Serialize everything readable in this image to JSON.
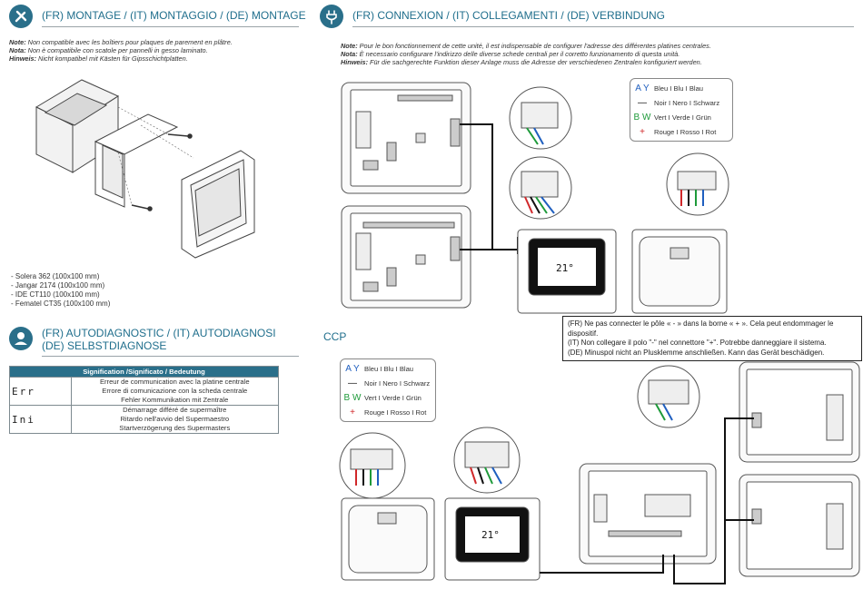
{
  "montage": {
    "title": "(FR) MONTAGE / (IT) MONTAGGIO / (DE) MONTAGE",
    "notes": [
      {
        "label": "Note:",
        "text": " Non compatible avec les boîtiers pour plaques de parement en plâtre."
      },
      {
        "label": "Nota:",
        "text": " Non è compatibile con scatole per pannelli in gesso laminato."
      },
      {
        "label": "Hinweis:",
        "text": " Nicht kompatibel mit Kästen für Gipsschichtplatten."
      }
    ],
    "models": [
      "- Solera 362 (100x100 mm)",
      "- Jangar 2174 (100x100 mm)",
      "- IDE CT110 (100x100 mm)",
      "- Fematel CT35 (100x100 mm)"
    ]
  },
  "autodiag": {
    "title_line1": "(FR) AUTODIAGNOSTIC / (IT) AUTODIAGNOSI",
    "title_line2": "(DE) SELBSTDIAGNOSE",
    "table_header": "Signification /Significato / Bedeutung",
    "rows": [
      {
        "code": "Err",
        "lines": [
          "Erreur de communication avec la platine centrale",
          "Errore di comunicazione con la scheda centrale",
          "Fehler Kommunikation mit Zentrale"
        ]
      },
      {
        "code": "Ini",
        "lines": [
          "Démarrage différé de supermaître",
          "Ritardo nell'avvio del Supermaestro",
          "Startverzögerung des Supermasters"
        ]
      }
    ]
  },
  "connexion": {
    "title": "(FR) CONNEXION / (IT) COLLEGAMENTI / (DE) VERBINDUNG",
    "notes": [
      {
        "label": "Note:",
        "text": " Pour le bon fonctionnement de cette unité, il est indispensable de configurer l'adresse des différentes platines centrales."
      },
      {
        "label": "Nota:",
        "text": " È necessario configurare l'indirizzo delle diverse schede centrali per il corretto funzionamento di questa unità."
      },
      {
        "label": "Hinweis:",
        "text": " Für die sachgerechte Funktion dieser Anlage muss die Adresse der verschiedenen Zentralen konfiguriert werden."
      }
    ],
    "warning": [
      "(FR) Ne pas connecter le pôle « - » dans la borne « + ». Cela peut endommager le dispositif.",
      "(IT) Non collegare il polo \"-\" nel connettore \"+\". Potrebbe danneggiare il sistema.",
      "(DE) Minuspol nicht an Plusklemme anschließen. Kann das Gerät beschädigen."
    ],
    "ccp_label": "CCP",
    "display_value": "21°"
  },
  "legend": [
    {
      "symbol": "A Y",
      "text": "Bleu I Blu I Blau",
      "color": "#1f5fbf"
    },
    {
      "symbol": "—",
      "text": "Noir I Nero I Schwarz",
      "color": "#111111"
    },
    {
      "symbol": "B W",
      "text": "Vert I Verde I Grün",
      "color": "#1e9a3a"
    },
    {
      "symbol": "+",
      "text": "Rouge I Rosso I Rot",
      "color": "#d0282a"
    }
  ],
  "colors": {
    "accent": "#1f6e8c",
    "header_bg": "#2a6f8a"
  }
}
